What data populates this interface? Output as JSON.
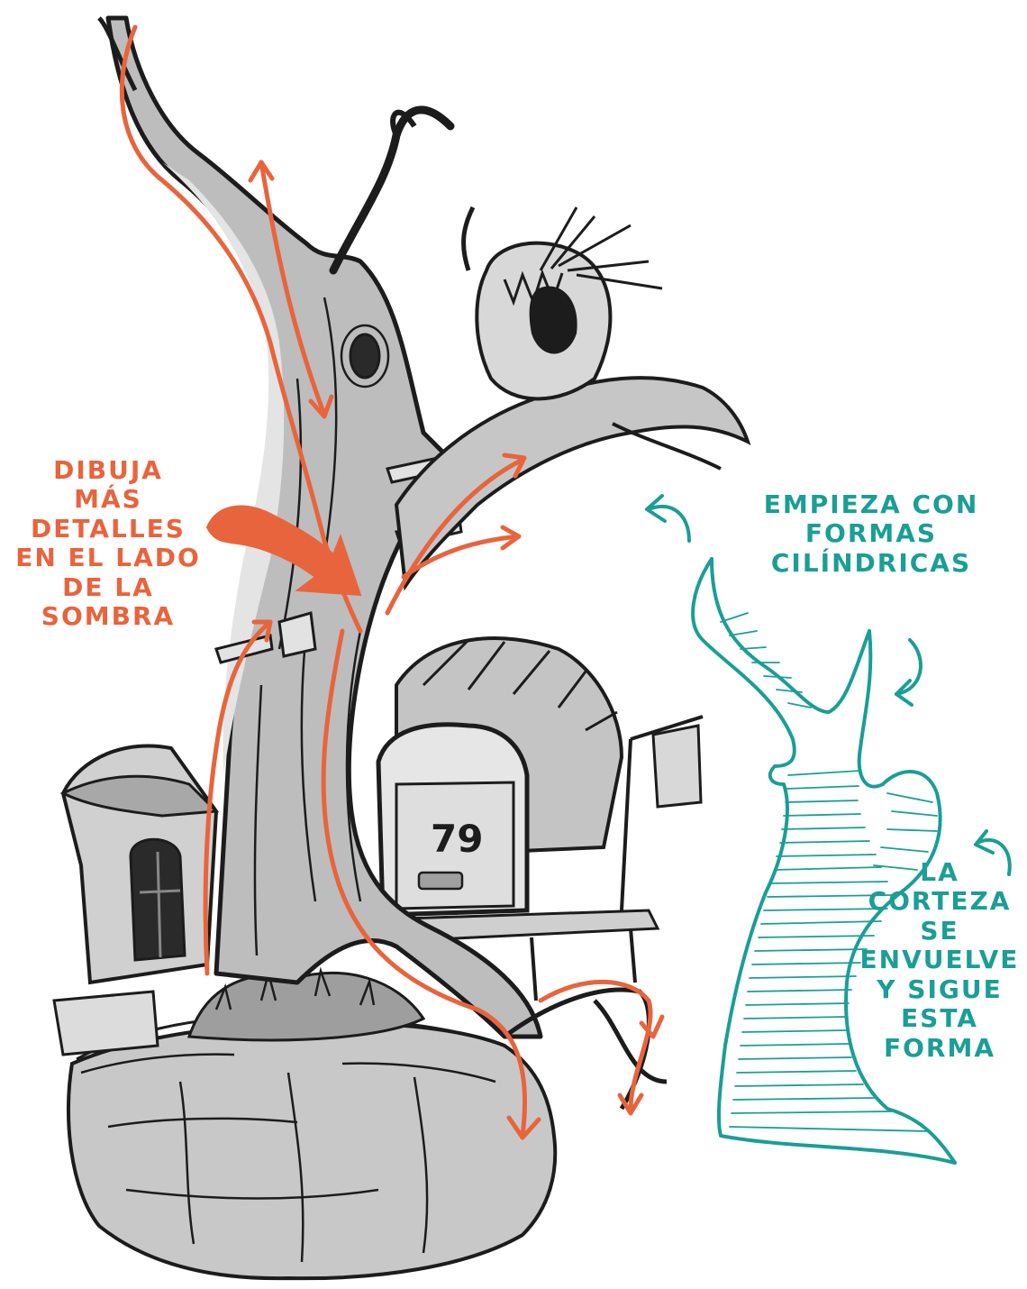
{
  "colors": {
    "orange": "#e8643c",
    "teal": "#1a9e96",
    "ink": "#1c1c1c",
    "shade": "#bdbdbd",
    "light": "#e2e2e2"
  },
  "labels": {
    "shadow": [
      "DIBUJA",
      "MÁS",
      "DETALLES",
      "EN EL LADO",
      "DE LA",
      "SOMBRA"
    ],
    "cylinders": [
      "EMPIEZA CON",
      "FORMAS",
      "CILÍNDRICAS"
    ],
    "bark": [
      "LA",
      "CORTEZA",
      "SE",
      "ENVUELVE",
      "Y SIGUE",
      "ESTA",
      "FORMA"
    ]
  },
  "door_number": "79"
}
